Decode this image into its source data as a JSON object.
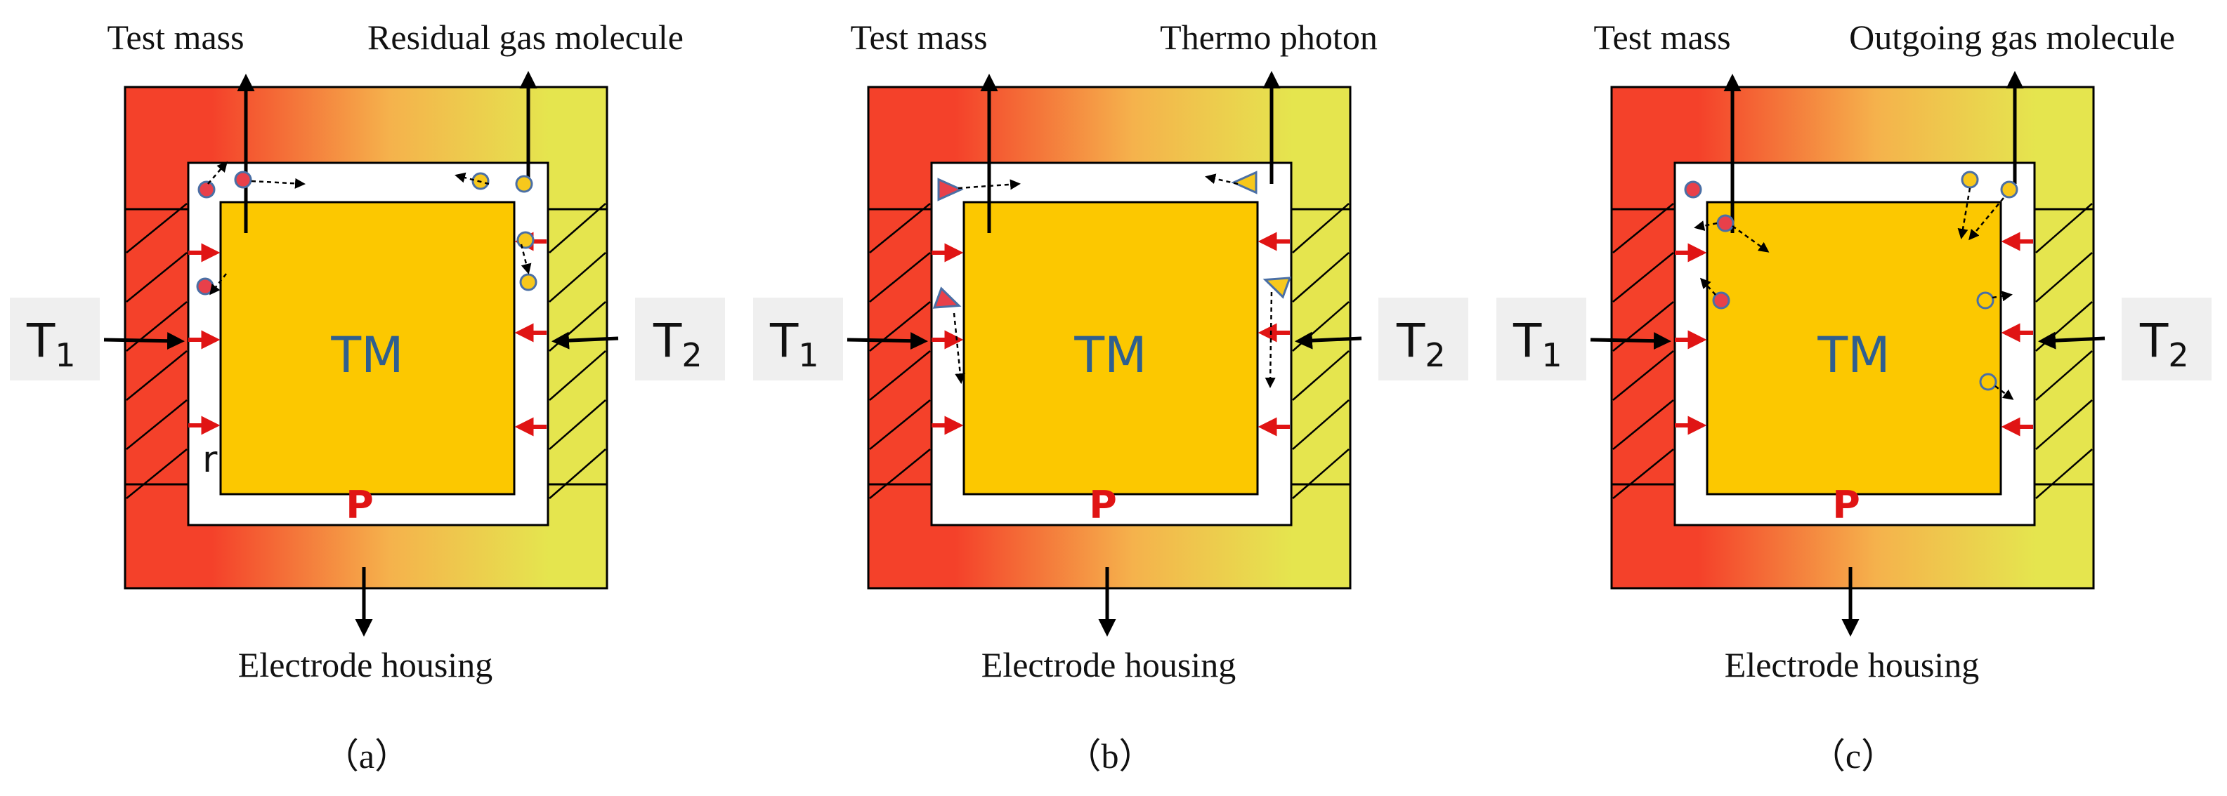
{
  "figure": {
    "panels": [
      {
        "id": "a",
        "caption": "（a）",
        "top_left_label": "Test mass",
        "top_right_label": "Residual gas molecule",
        "bottom_label": "Electrode housing",
        "center_label": "TM",
        "pressure_label": "P",
        "left_temp_main": "T",
        "left_temp_sub": "1",
        "right_temp_main": "T",
        "right_temp_sub": "2",
        "extra_label": "r",
        "particle_type": "residual-gas-molecule",
        "colors": {
          "hot": "#f4412a",
          "mid": "#f5b24c",
          "cool": "#e5e54e",
          "tm": "#fcc800",
          "particle_red": "#e8404a",
          "particle_yellow": "#f7c81c",
          "pressure_arrow": "#e01414"
        }
      },
      {
        "id": "b",
        "caption": "（b）",
        "top_left_label": "Test mass",
        "top_right_label": "Thermo photon",
        "bottom_label": "Electrode housing",
        "center_label": "TM",
        "pressure_label": "P",
        "left_temp_main": "T",
        "left_temp_sub": "1",
        "right_temp_main": "T",
        "right_temp_sub": "2",
        "particle_type": "thermo-photon",
        "colors": {
          "hot": "#f4412a",
          "mid": "#f5b24c",
          "cool": "#e5e54e",
          "tm": "#fcc800",
          "particle_red": "#e8404a",
          "particle_yellow": "#f7c81c",
          "pressure_arrow": "#e01414"
        }
      },
      {
        "id": "c",
        "caption": "（c）",
        "top_left_label": "Test mass",
        "top_right_label": "Outgoing gas molecule",
        "bottom_label": "Electrode housing",
        "center_label": "TM",
        "pressure_label": "P",
        "left_temp_main": "T",
        "left_temp_sub": "1",
        "right_temp_main": "T",
        "right_temp_sub": "2",
        "particle_type": "outgoing-gas-molecule",
        "colors": {
          "hot": "#f4412a",
          "mid": "#f5b24c",
          "cool": "#e5e54e",
          "tm": "#fcc800",
          "particle_red": "#e8404a",
          "particle_yellow": "#f7c81c",
          "pressure_arrow": "#e01414"
        }
      }
    ]
  }
}
